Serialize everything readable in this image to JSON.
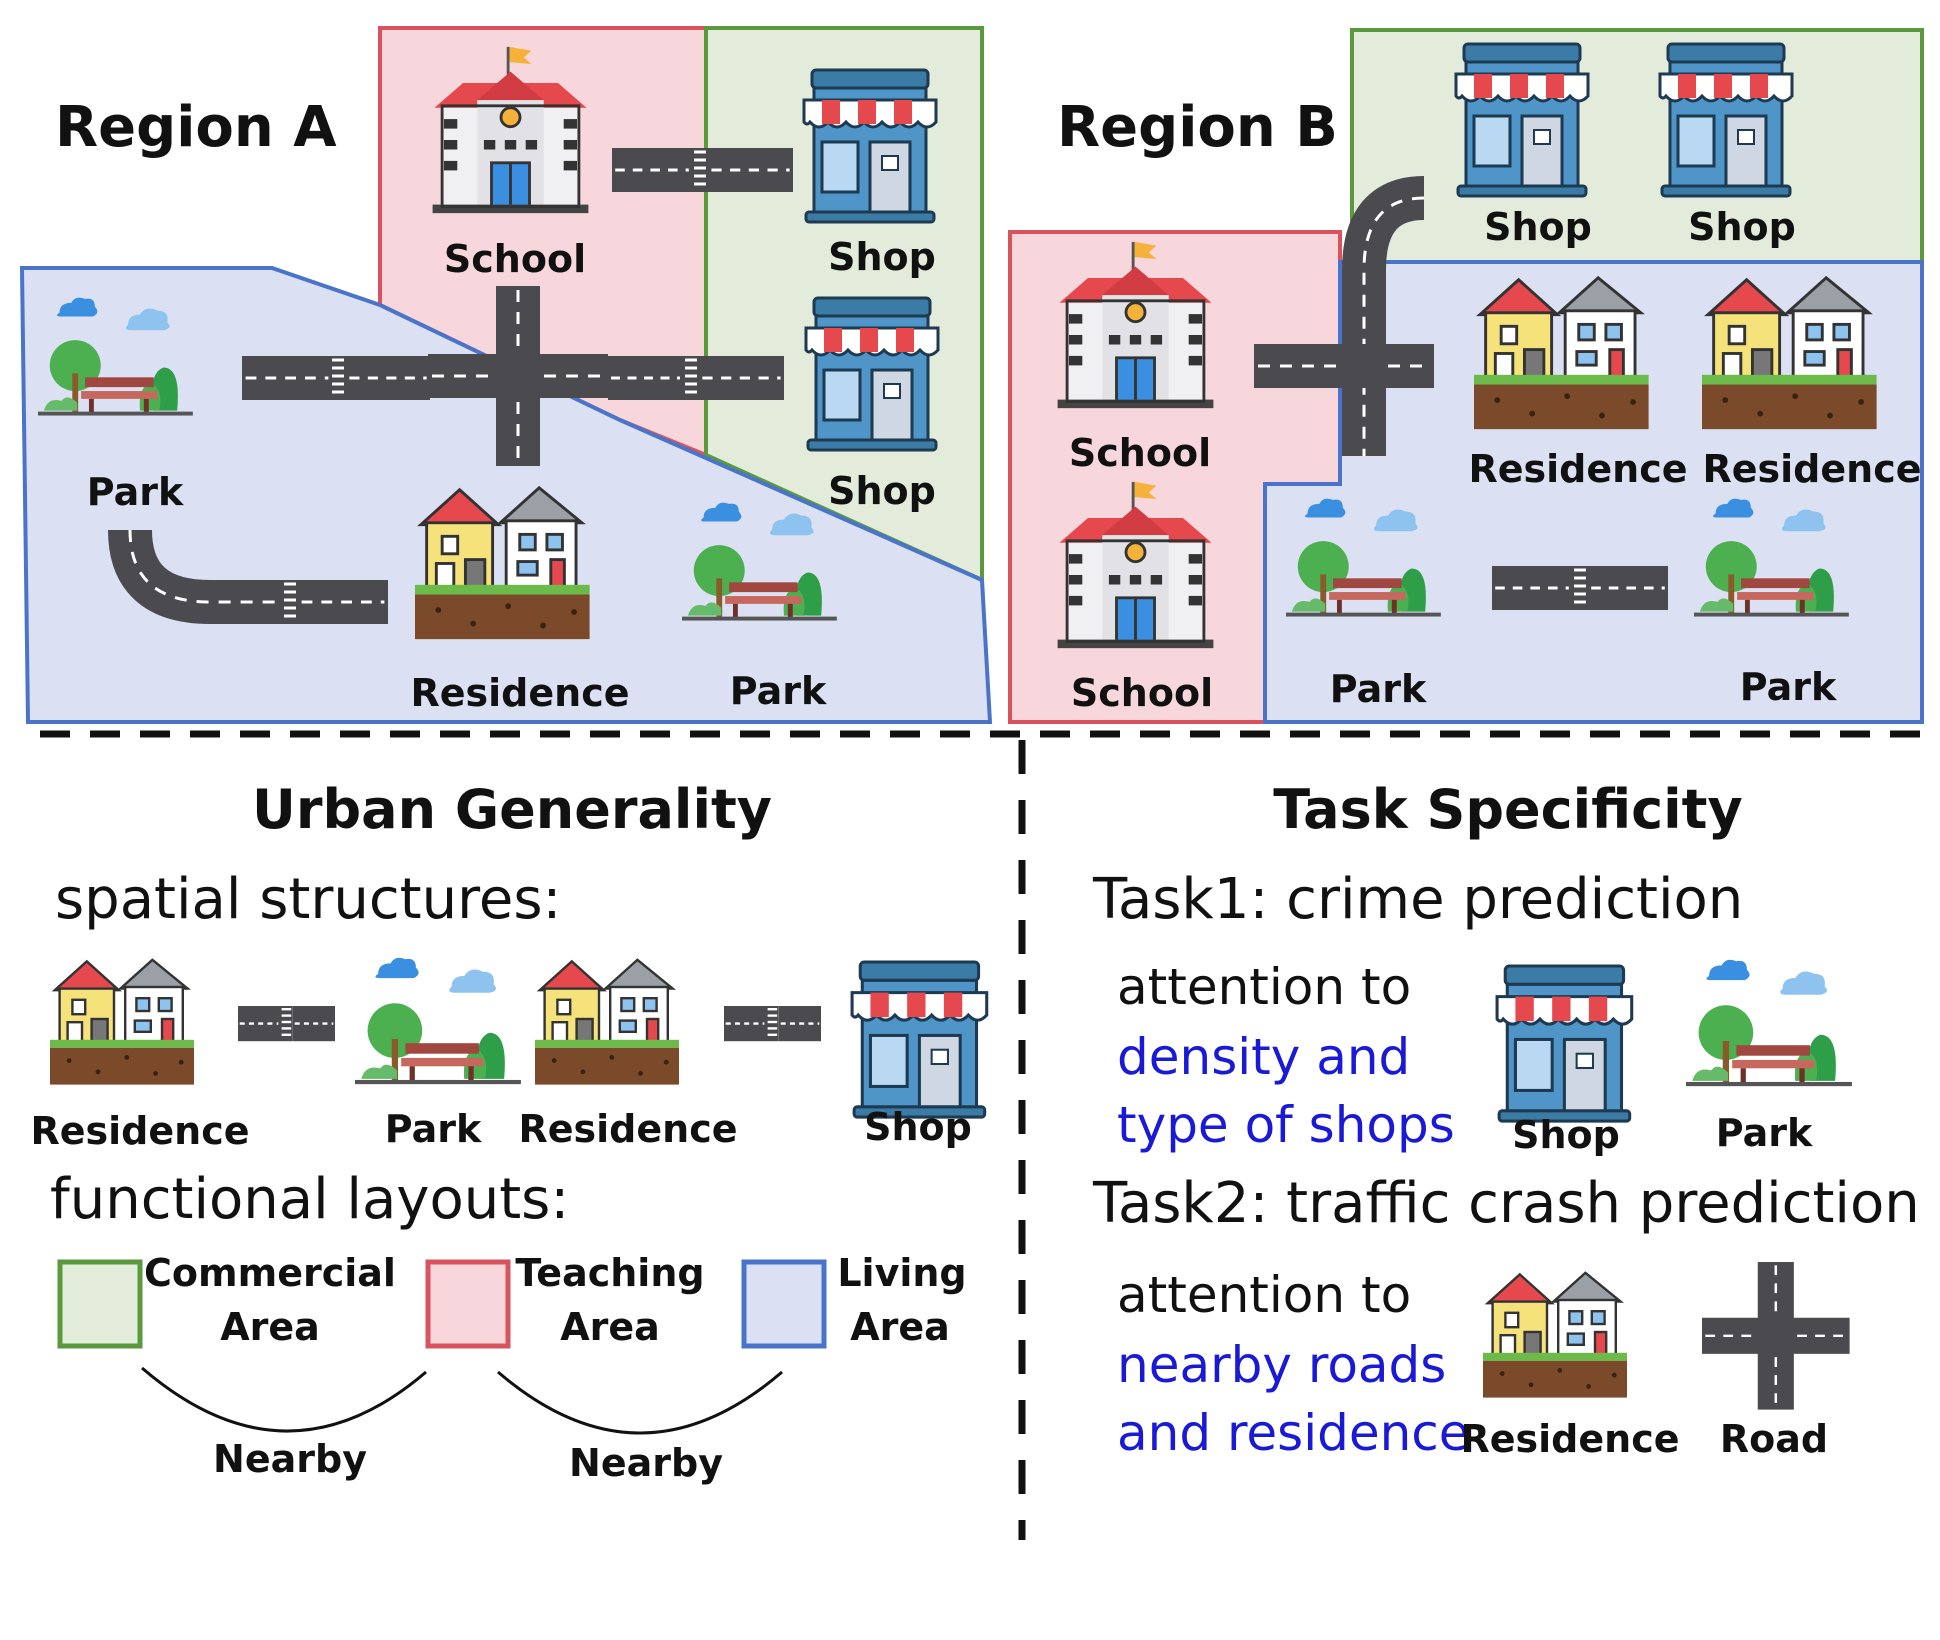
{
  "region_a": {
    "title": "Region A",
    "labels": {
      "school": "School",
      "shop_top": "Shop",
      "shop_mid": "Shop",
      "park_left": "Park",
      "residence": "Residence",
      "park_right": "Park"
    }
  },
  "region_b": {
    "title": "Region B",
    "labels": {
      "shop_1": "Shop",
      "shop_2": "Shop",
      "school_top": "School",
      "school_bottom": "School",
      "residence_1": "Residence",
      "residence_2": "Residence",
      "park_left": "Park",
      "park_right": "Park"
    }
  },
  "urban_generality": {
    "title": "Urban Generality",
    "spatial_heading": "spatial structures:",
    "spatial_labels": [
      "Residence",
      "Park",
      "Residence",
      "Shop"
    ],
    "functional_heading": "functional layouts:",
    "areas": [
      {
        "line1": "Commercial",
        "line2": "Area",
        "fill": "#e3ecdb",
        "stroke": "#5a9a3c"
      },
      {
        "line1": "Teaching",
        "line2": "Area",
        "fill": "#f7d7dc",
        "stroke": "#d9535f"
      },
      {
        "line1": "Living",
        "line2": "Area",
        "fill": "#dbe1f3",
        "stroke": "#4a74c9"
      }
    ],
    "nearby": [
      "Nearby",
      "Nearby"
    ]
  },
  "task_specificity": {
    "title": "Task Specificity",
    "task1": {
      "heading": "Task1: crime prediction",
      "attention": "attention to",
      "focus_line1": "density and",
      "focus_line2": "type of shops",
      "icon_labels": [
        "Shop",
        "Park"
      ]
    },
    "task2": {
      "heading": "Task2: traffic crash prediction",
      "attention": "attention to",
      "focus_line1": "nearby roads",
      "focus_line2": "and residence",
      "icon_labels": [
        "Residence",
        "Road"
      ]
    }
  },
  "colors": {
    "commercial_fill": "#e3ecdb",
    "commercial_stroke": "#5a9a3c",
    "teaching_fill": "#f7d7dc",
    "teaching_stroke": "#d9535f",
    "living_fill": "#dbe1f3",
    "living_stroke": "#4a74c9",
    "focus_text": "#1a1ad6"
  }
}
